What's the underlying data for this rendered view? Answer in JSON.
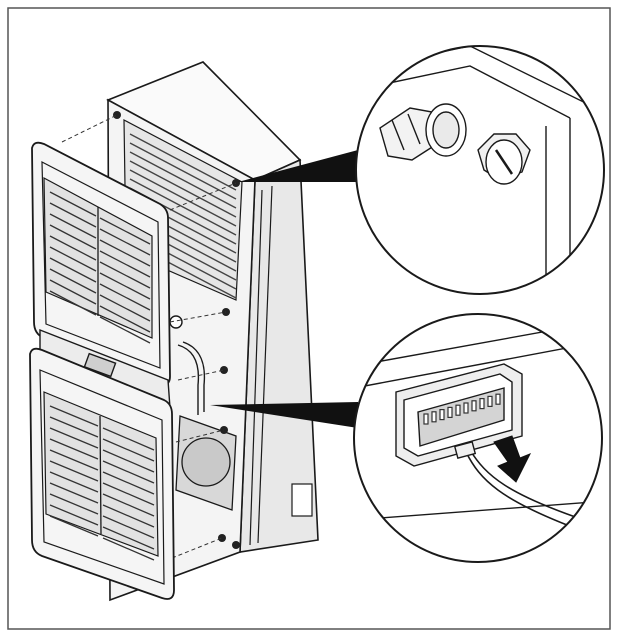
{
  "figure": {
    "description_visible_text": "",
    "palette": {
      "line": "#1a1a1a",
      "panel": "#f2f2f2",
      "panel_shade": "#dcdcdc",
      "grille": "#bdbdbd",
      "cable": "#888888",
      "callout": "#111111",
      "frame": "#555555"
    },
    "callouts": [
      {
        "name": "detail-screw-and-clip",
        "icon": "magnifier-circle"
      },
      {
        "name": "detail-connector-unplug",
        "icon": "magnifier-circle"
      }
    ],
    "arrow": {
      "direction": "down-right",
      "meaning": "pull connector"
    }
  }
}
